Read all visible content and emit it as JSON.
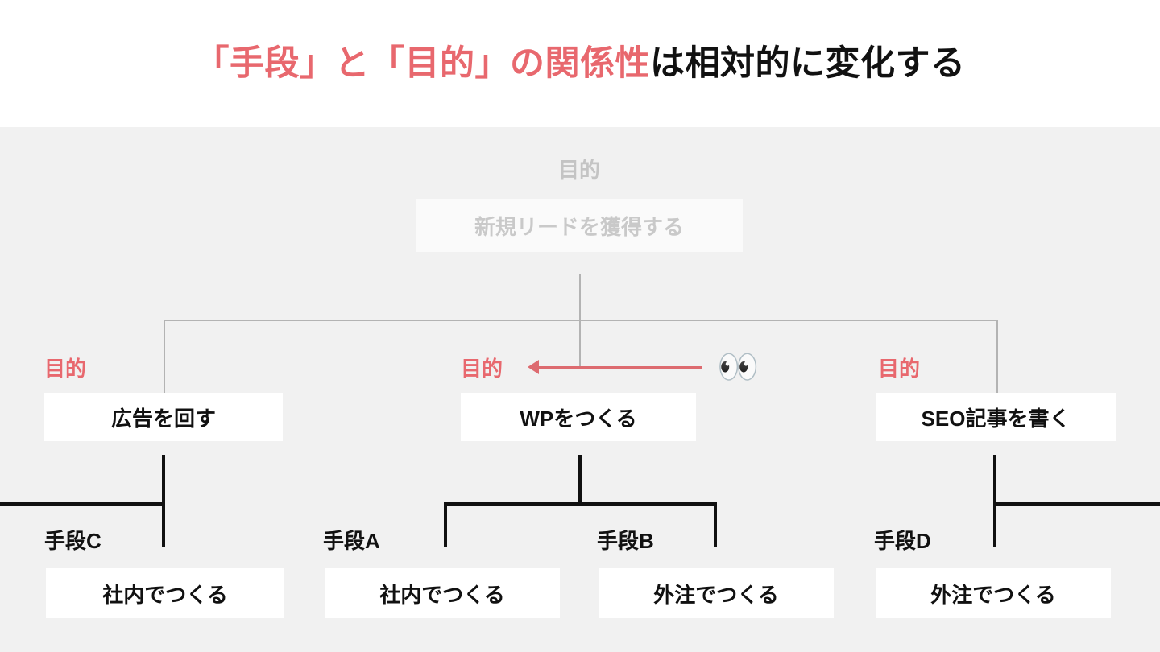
{
  "header": {
    "title_accent": "「手段」と「目的」の関係性",
    "title_plain": "は相対的に変化する"
  },
  "colors": {
    "accent_red": "#e8686e",
    "arrow_red": "#dd6b70",
    "canvas_bg": "#f1f1f1",
    "box_bg": "#ffffff",
    "muted_gray": "#c9c9c9",
    "line_gray": "#b3b3b3",
    "line_dark": "#111111"
  },
  "diagram": {
    "root": {
      "label": "目的",
      "text": "新規リードを獲得する",
      "state": "muted"
    },
    "middle_nodes": [
      {
        "label": "目的",
        "text": "広告を回す"
      },
      {
        "label": "目的",
        "text": "WPをつくる"
      },
      {
        "label": "目的",
        "text": "SEO記事を書く"
      }
    ],
    "bottom_nodes": [
      {
        "label": "手段C",
        "text": "社内でつくる"
      },
      {
        "label": "手段A",
        "text": "社内でつくる"
      },
      {
        "label": "手段B",
        "text": "外注でつくる"
      },
      {
        "label": "手段D",
        "text": "外注でつくる"
      }
    ],
    "annotation": {
      "icon": "eyes-emoji",
      "glyph": "👀",
      "arrow_direction": "left",
      "points_at": "目的"
    }
  }
}
